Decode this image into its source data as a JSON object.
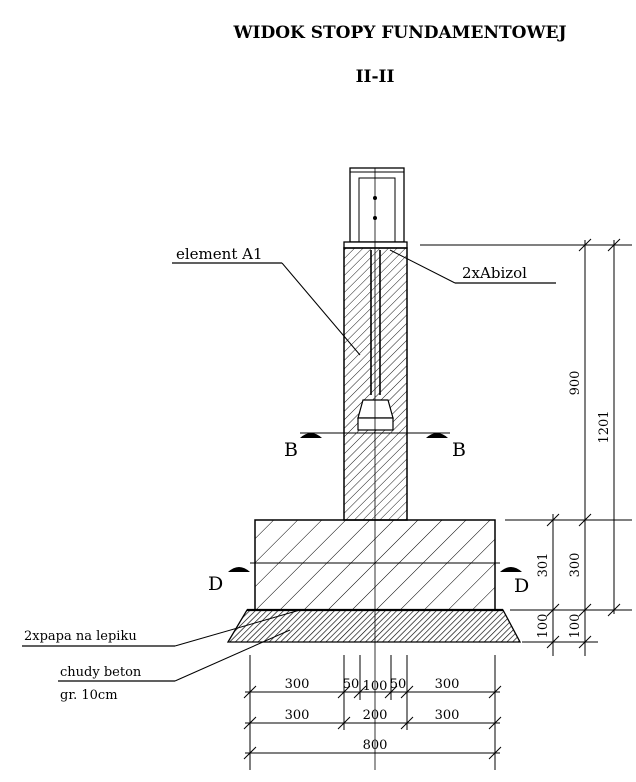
{
  "title": "WIDOK STOPY FUNDAMENTOWEJ",
  "section": "II-II",
  "callouts": {
    "element": "element A1",
    "insulation": "2xAbizol",
    "membrane": "2xpapa na lepiku",
    "lean_concrete": "chudy beton",
    "lean_concrete_thickness": "gr. 10cm"
  },
  "section_marks": {
    "b_left": "B",
    "b_right": "B",
    "d_left": "D",
    "d_right": "D"
  },
  "dimensions": {
    "column_height": "900",
    "total_height": "1201",
    "footing_height_a": "301",
    "footing_height_b": "300",
    "lean_a": "100",
    "lean_b": "100",
    "row1": [
      "300",
      "50",
      "100",
      "50",
      "300"
    ],
    "row2": [
      "300",
      "200",
      "300"
    ],
    "row3": "800"
  }
}
